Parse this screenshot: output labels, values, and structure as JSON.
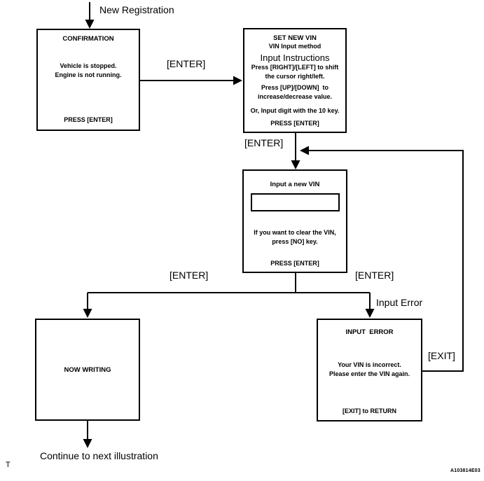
{
  "page": {
    "start_label": "New Registration",
    "end_label": "Continue to next illustration",
    "page_letter": "T",
    "figure_code": "A103814E03"
  },
  "edges": {
    "enter_top": "[ENTER]",
    "enter_mid": "[ENTER]",
    "enter_left": "[ENTER]",
    "enter_right": "[ENTER]",
    "input_error": "Input Error",
    "exit": "[EXIT]"
  },
  "boxes": {
    "confirmation": {
      "title": "CONFIRMATION",
      "line1": "Vehicle is stopped.",
      "line2": "Engine is not running.",
      "footer": "PRESS [ENTER]"
    },
    "set_new_vin": {
      "title": "SET NEW VIN",
      "subtitle": "VIN Input method",
      "heading": "Input Instructions",
      "line1": "Press [RIGHT]/[LEFT] to shift",
      "line2": "the cursor right/left.",
      "line3": "Press [UP]/[DOWN]  to",
      "line4": "increase/decrease value.",
      "line5": "Or, Input digit with the 10 key.",
      "footer": "PRESS [ENTER]"
    },
    "input_vin": {
      "title": "Input a new VIN",
      "line1": "If you want to clear the VIN,",
      "line2": "press [NO] key.",
      "footer": "PRESS [ENTER]"
    },
    "now_writing": {
      "title": "NOW WRITING"
    },
    "input_error": {
      "title": "INPUT  ERROR",
      "line1": "Your VIN is incorrect.",
      "line2": "Please enter the VIN again.",
      "footer": "[EXIT] to RETURN"
    }
  },
  "colors": {
    "line": "#000000",
    "background": "#ffffff"
  }
}
